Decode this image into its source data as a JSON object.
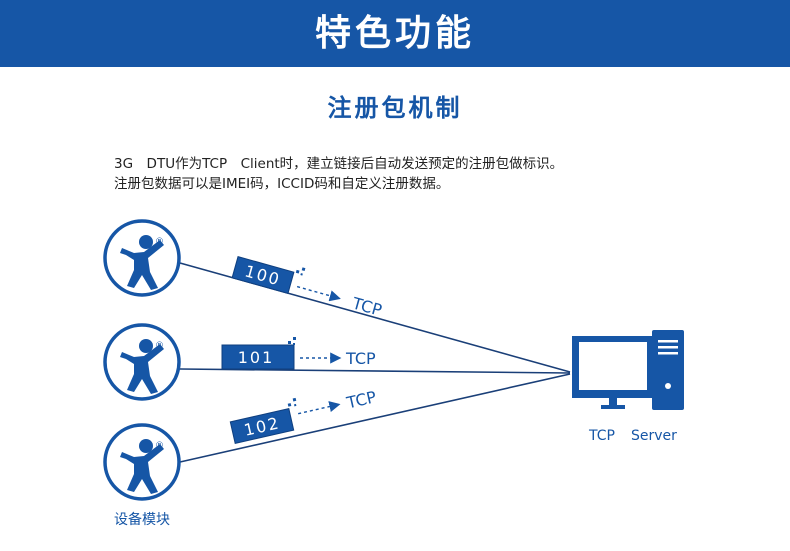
{
  "banner": {
    "title": "特色功能"
  },
  "section": {
    "title": "注册包机制"
  },
  "description": {
    "line1": "3G　DTU作为TCP　Client时，建立链接后自动发送预定的注册包做标识。",
    "line2": "注册包数据可以是IMEI码，ICCID码和自定义注册数据。"
  },
  "diagram": {
    "devices": [
      {
        "reg_mark": "®",
        "packet_id": "100",
        "protocol": "TCP"
      },
      {
        "reg_mark": "®",
        "packet_id": "101",
        "protocol": "TCP"
      },
      {
        "reg_mark": "®",
        "packet_id": "102",
        "protocol": "TCP"
      }
    ],
    "device_caption": "设备模块",
    "server_label_left": "TCP",
    "server_label_right": "Server"
  },
  "colors": {
    "brand_blue": "#1656a6",
    "line_dark": "#1a3f78"
  }
}
